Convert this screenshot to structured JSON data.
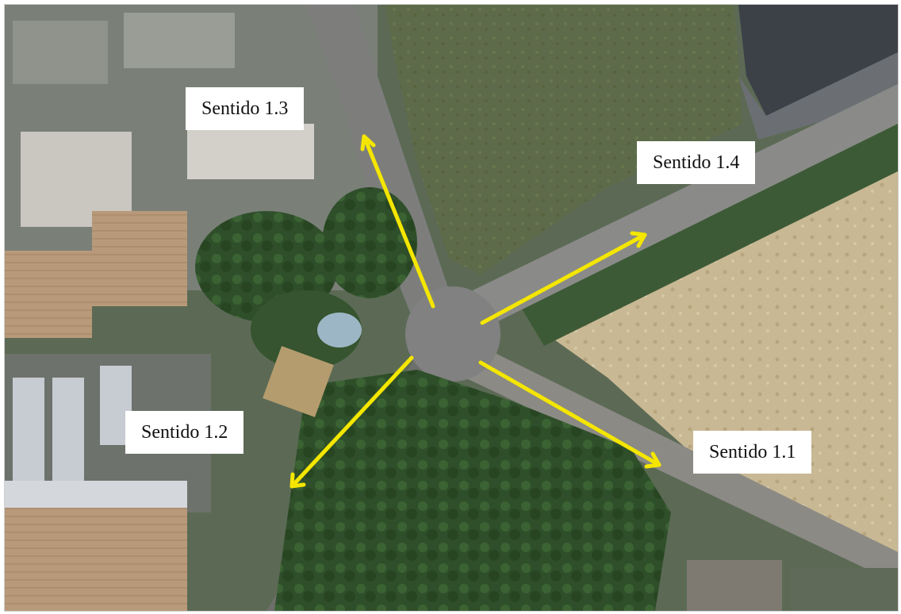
{
  "labels": {
    "sentido_1_1": "Sentido 1.1",
    "sentido_1_2": "Sentido 1.2",
    "sentido_1_3": "Sentido 1.3",
    "sentido_1_4": "Sentido 1.4"
  },
  "colors": {
    "arrow": "#f4e600",
    "label_background": "#ffffff",
    "label_text": "#111111"
  }
}
